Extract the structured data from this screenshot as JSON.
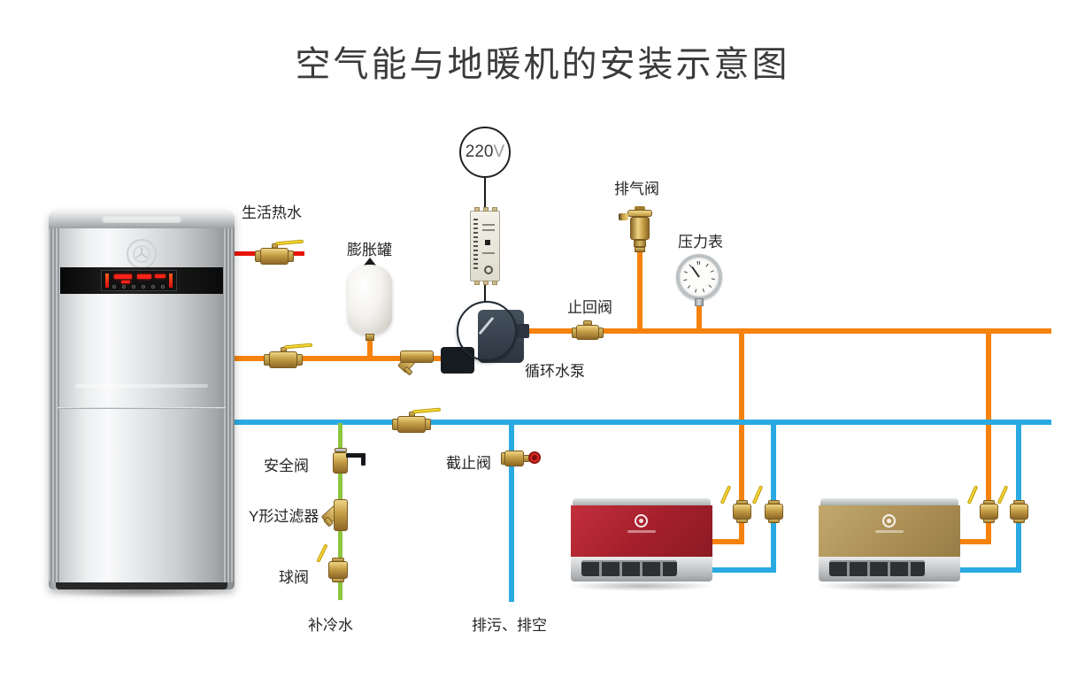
{
  "title": "空气能与地暖机的安装示意图",
  "power_supply": {
    "voltage": "220",
    "unit": "V"
  },
  "labels": {
    "domestic_hot_water": "生活热水",
    "expansion_tank": "膨胀罐",
    "exhaust_valve": "排气阀",
    "pressure_gauge": "压力表",
    "check_valve": "止回阀",
    "circulation_pump": "循环水泵",
    "safety_valve": "安全阀",
    "y_strainer": "Y形过滤器",
    "ball_valve": "球阀",
    "makeup_cold_water": "补冷水",
    "stop_valve": "截止阀",
    "drain_empty": "排污、排空"
  },
  "colors": {
    "hot_supply_pipe": "#f5820c",
    "return_pipe": "#29aae2",
    "domestic_hot_water_pipe": "#e8140c",
    "makeup_water_pipe": "#8dc63f",
    "valve_handle_yellow": "#f2cb1a",
    "brass": "#c49c45",
    "fan_coil_red": "#a31f2b",
    "fan_coil_gold": "#ab8f55"
  }
}
